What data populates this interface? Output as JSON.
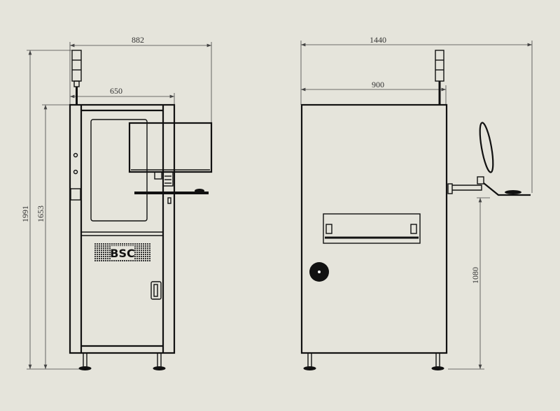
{
  "drawing": {
    "front_view": {
      "dimensions": {
        "overall_width": "882",
        "cabinet_width": "650",
        "overall_height": "1991",
        "cabinet_height": "1653"
      },
      "logo": "BSC"
    },
    "side_view": {
      "dimensions": {
        "overall_depth": "1440",
        "cabinet_depth": "900",
        "keyboard_height": "1080"
      }
    }
  },
  "colors": {
    "background": "#e5e4db",
    "line": "#111111"
  }
}
